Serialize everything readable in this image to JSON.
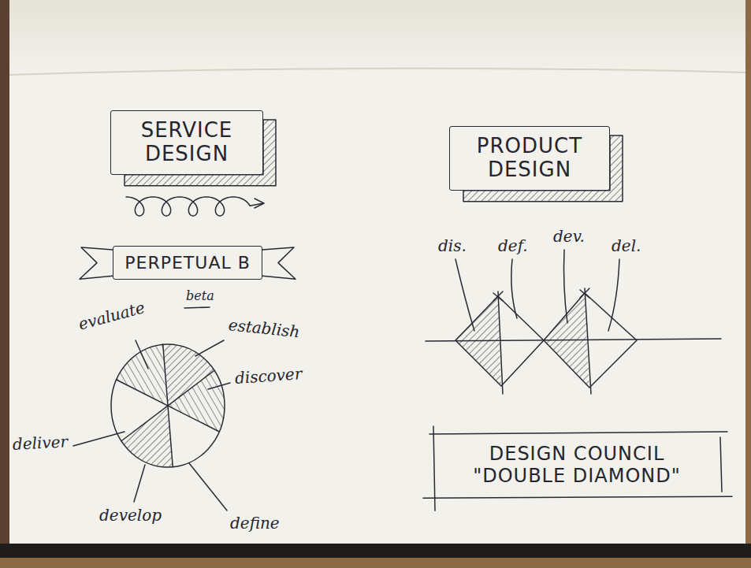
{
  "diagram": {
    "nodes": [
      {
        "text": [
          "SERVICE DESIGN"
        ]
      },
      {
        "text": [
          "PRODUCT DESIGN"
        ]
      },
      {
        "text": [
          "PERPETUAL B"
        ]
      },
      {
        "text": [
          "DESIGN COUNCIL \"DOUBLE DIAMOND\""
        ]
      }
    ],
    "labels": [
      "beta",
      "evaluate",
      "establish",
      "discover",
      "define",
      "develop",
      "deliver",
      "dis.",
      "def.",
      "dev.",
      "del."
    ]
  }
}
